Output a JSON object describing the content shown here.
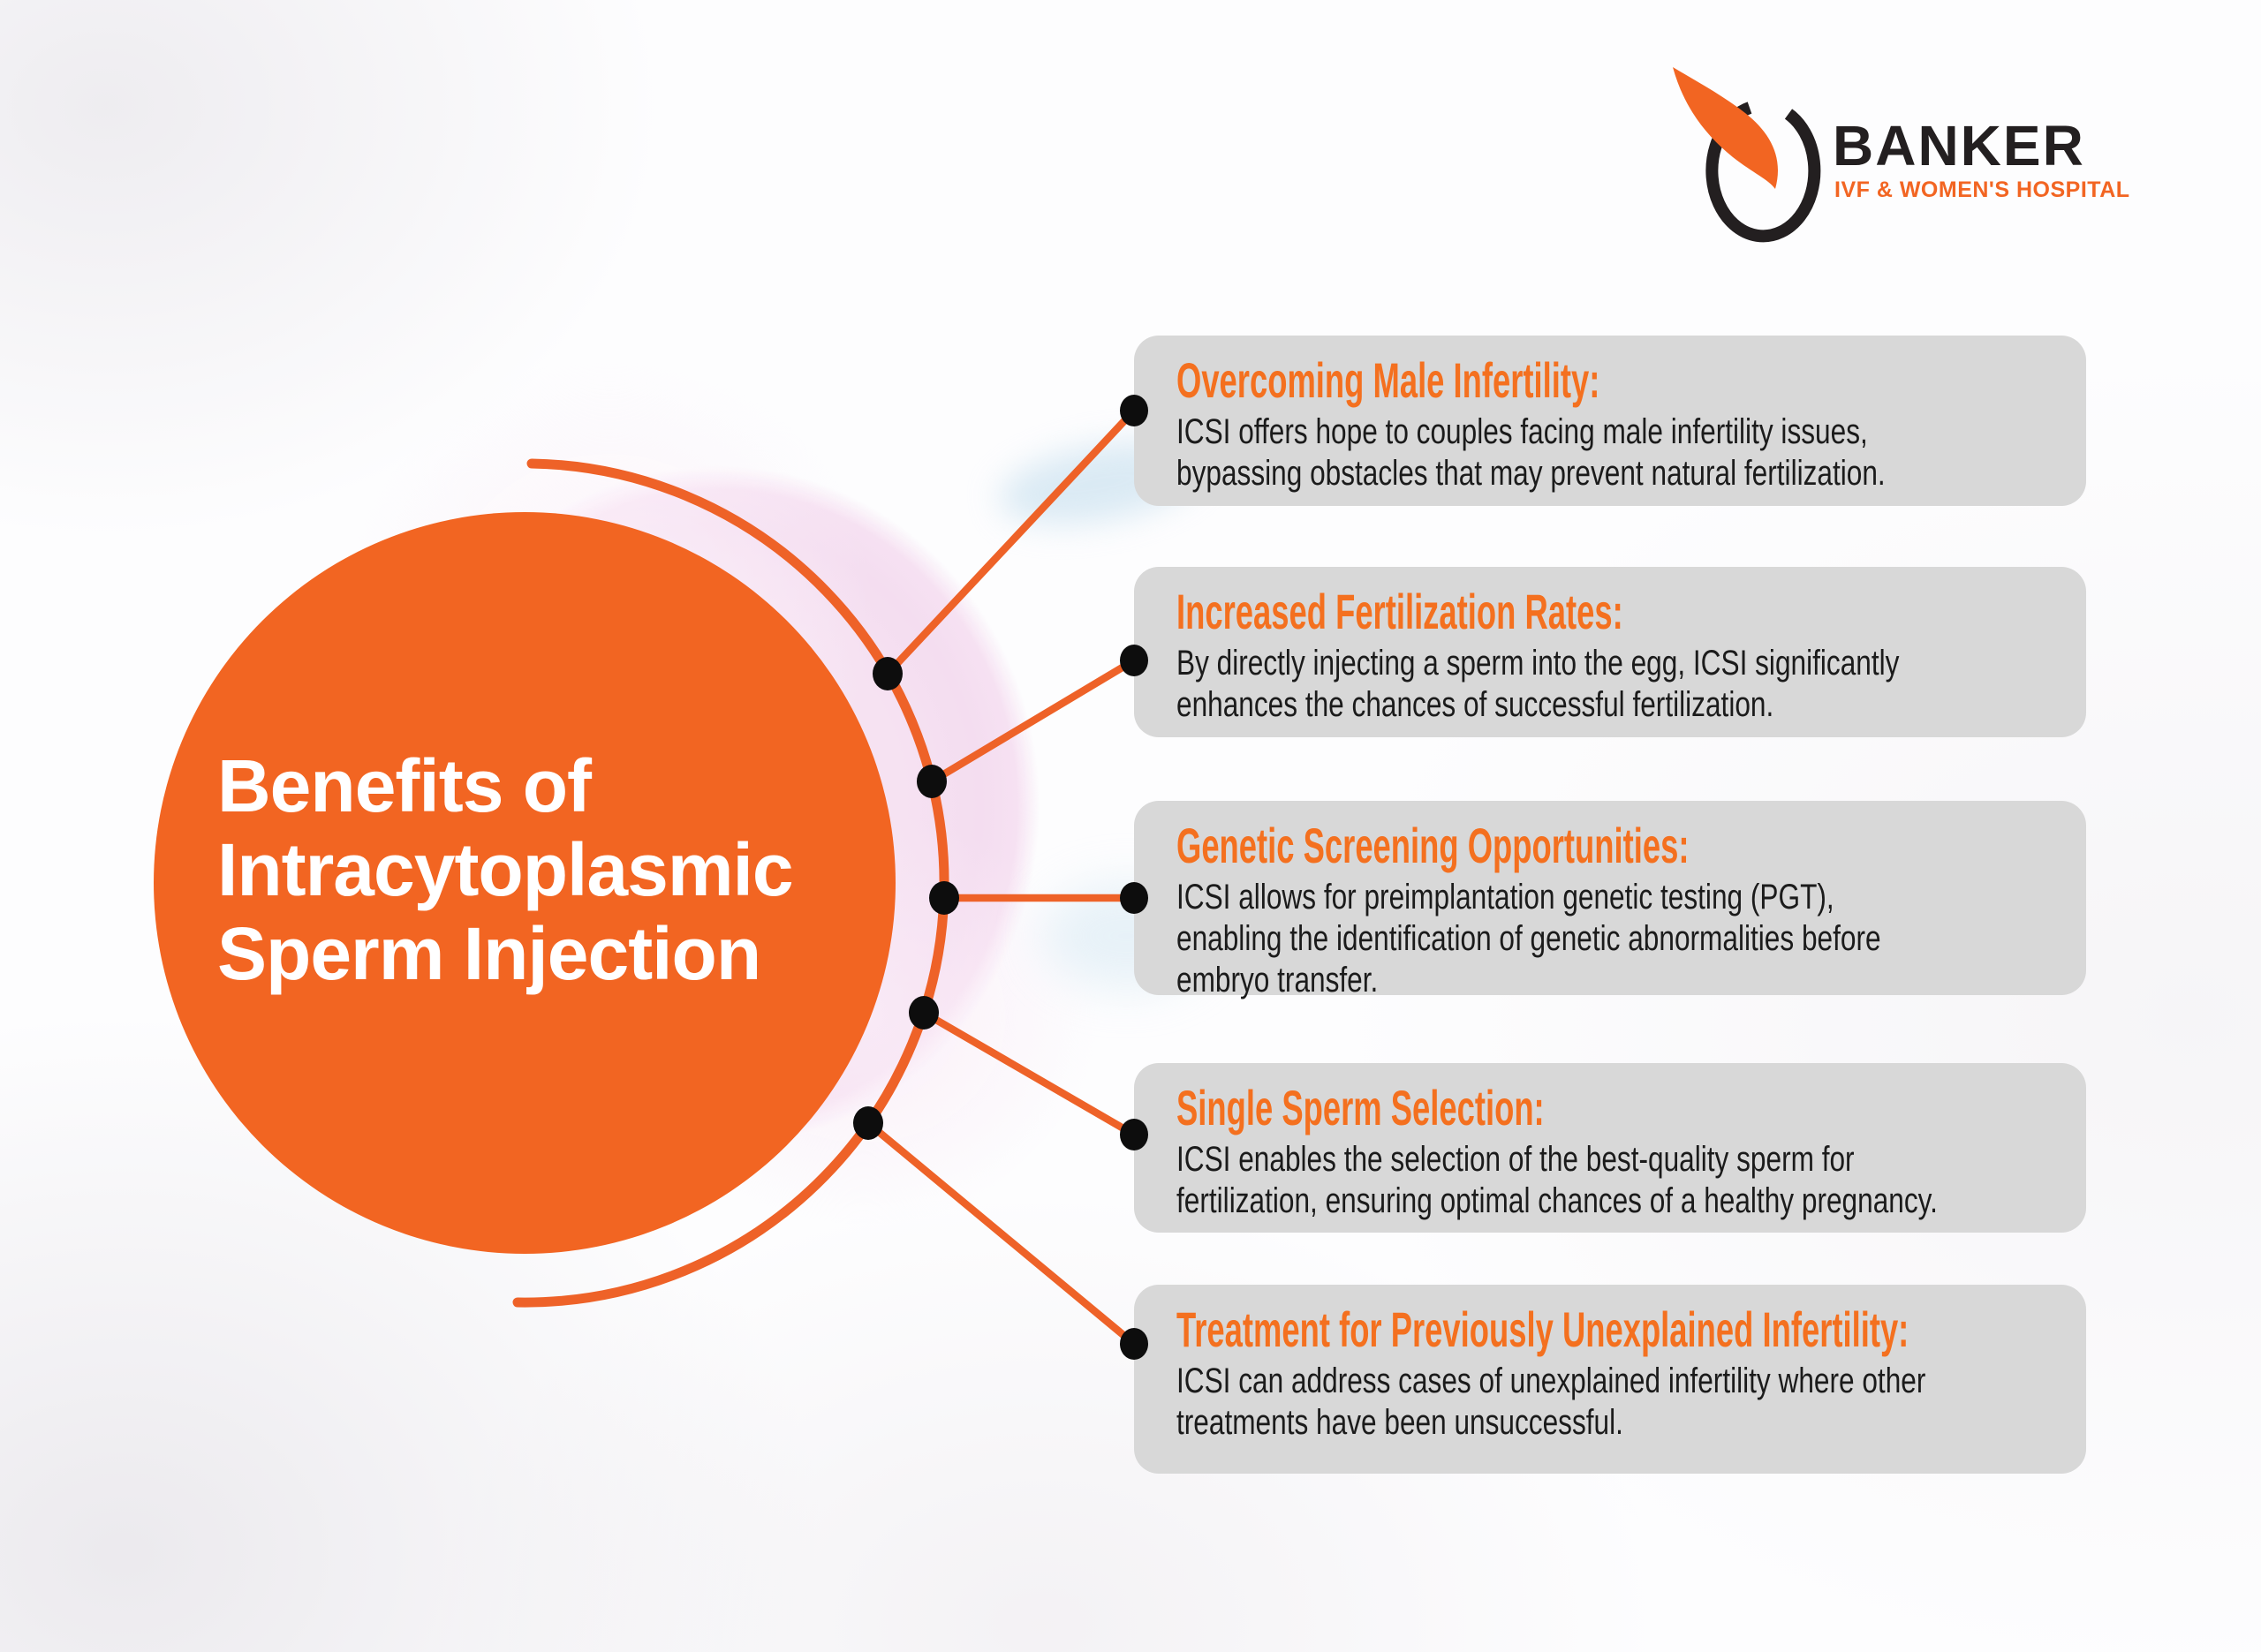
{
  "brand": {
    "name": "BANKER",
    "tagline": "IVF & WOMEN'S HOSPITAL"
  },
  "title": {
    "line1": "Benefits of",
    "line2": "Intracytoplasmic",
    "line3": "Sperm Injection"
  },
  "boxes": [
    {
      "heading": "Overcoming Male Infertility:",
      "lines": [
        "ICSI offers hope to couples facing male infertility issues,",
        "bypassing obstacles that may prevent natural fertilization."
      ]
    },
    {
      "heading": "Increased Fertilization Rates:",
      "lines": [
        "By directly injecting a sperm into the egg, ICSI significantly",
        "enhances the chances of successful fertilization."
      ]
    },
    {
      "heading": "Genetic Screening Opportunities:",
      "lines": [
        "ICSI allows for preimplantation genetic testing (PGT),",
        "enabling the identification of genetic abnormalities before",
        "embryo transfer."
      ]
    },
    {
      "heading": "Single Sperm Selection:",
      "lines": [
        "ICSI enables the selection of the best-quality sperm for",
        "fertilization, ensuring optimal chances of a healthy pregnancy."
      ]
    },
    {
      "heading": "Treatment for Previously Unexplained Infertility:",
      "lines": [
        "ICSI can address cases of unexplained infertility where other",
        "treatments have been unsuccessful."
      ]
    }
  ],
  "colors": {
    "orange_primary": "#F26522",
    "orange_connector": "#EE6228",
    "orange_heading": "#F4701F",
    "box_gray": "#D8D8D8",
    "text_dark": "#1B1B1B",
    "egg_pink": "#F6E2F2",
    "logo_black": "#231F20",
    "dot_black": "#0D0D0D"
  }
}
